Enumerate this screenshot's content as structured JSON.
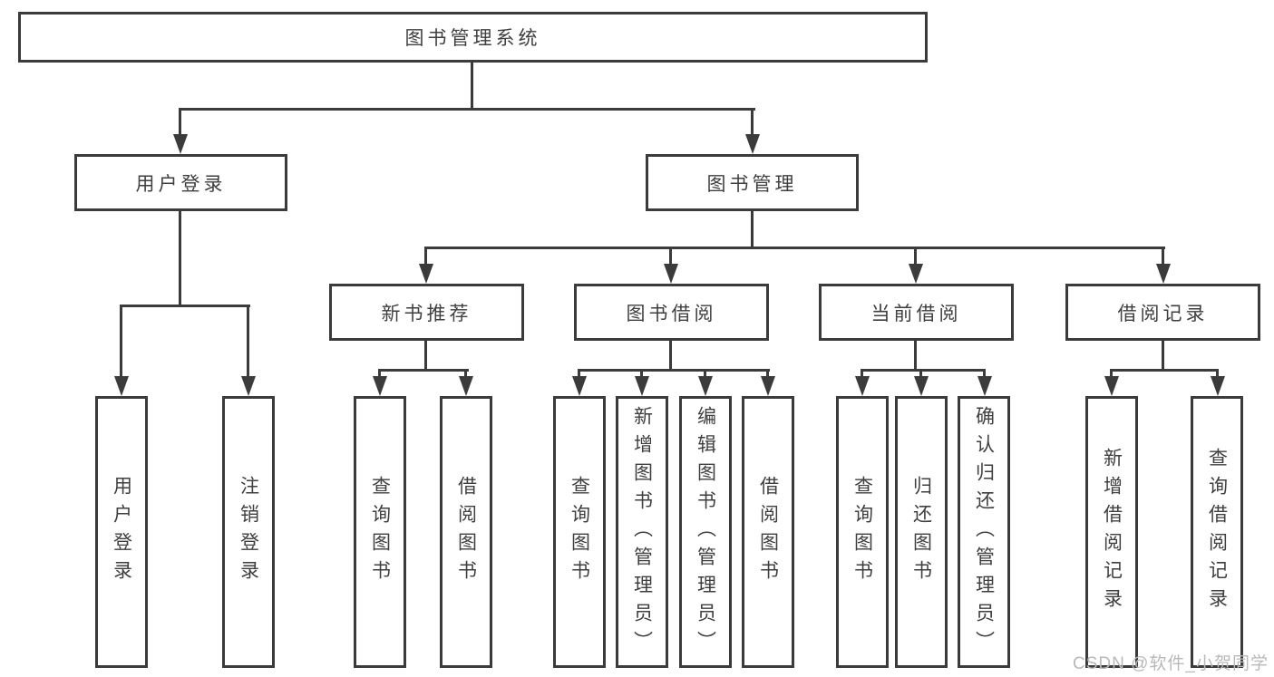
{
  "diagram": {
    "root": {
      "label": "图书管理系统"
    },
    "level2": [
      {
        "label": "用户登录"
      },
      {
        "label": "图书管理"
      }
    ],
    "level3": [
      {
        "label": "新书推荐"
      },
      {
        "label": "图书借阅"
      },
      {
        "label": "当前借阅"
      },
      {
        "label": "借阅记录"
      }
    ],
    "leaves": {
      "user_login": [
        "用户登录",
        "注销登录"
      ],
      "new_book": [
        "查询图书",
        "借阅图书"
      ],
      "book_borrow": [
        "查询图书",
        "新增图书（管理员）",
        "编辑图书（管理员）",
        "借阅图书"
      ],
      "current_borrow": [
        "查询图书",
        "归还图书",
        "确认归还（管理员）"
      ],
      "records": [
        "新增借阅记录",
        "查询借阅记录"
      ]
    }
  },
  "colors": {
    "line": "#3b3b3b",
    "text": "#3f3f3f",
    "watermark": "#b9b9b9"
  },
  "watermark": {
    "text": "CSDN @软件_小贺同学"
  }
}
